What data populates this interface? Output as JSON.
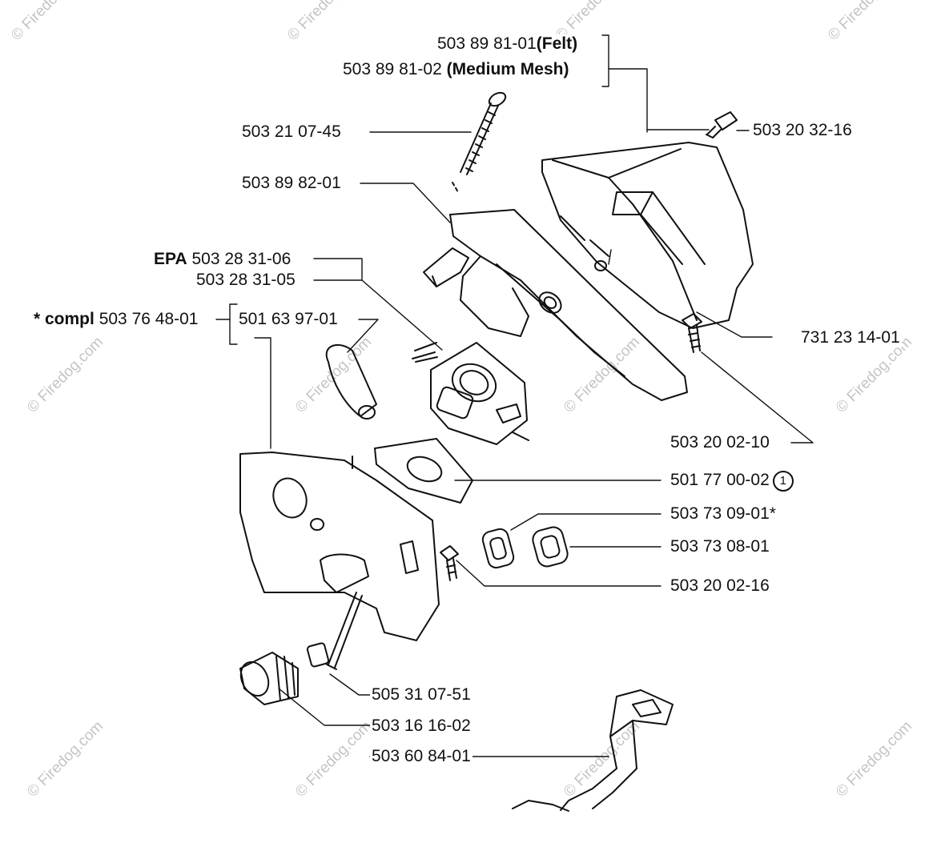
{
  "watermark": "© Firedog.com",
  "callout": "1",
  "parts": {
    "felt_num": "503 89 81-01",
    "felt_desc": "(Felt)",
    "mesh_num": "503 89 81-02",
    "mesh_desc": "(Medium Mesh)",
    "screw_long": "503 21 07-45",
    "screw_top": "503 20 32-16",
    "filter_holder": "503 89 82-01",
    "epa_prefix": "EPA",
    "carb_epa": "503 28 31-06",
    "carb_std": "503 28 31-05",
    "compl_prefix": "* compl",
    "compl_num": "503 76 48-01",
    "primer_bulb": "501 63 97-01",
    "screw_right": "731 23 14-01",
    "screw_mid": "503 20 02-10",
    "gasket": "501 77 00-02",
    "grommet_a": "503 73 09-01*",
    "grommet_b": "503 73 08-01",
    "screw_low": "503 20 02-16",
    "sleeve": "505 31 07-51",
    "knob": "503 16 16-02",
    "throttle_rod": "503 60 84-01"
  }
}
